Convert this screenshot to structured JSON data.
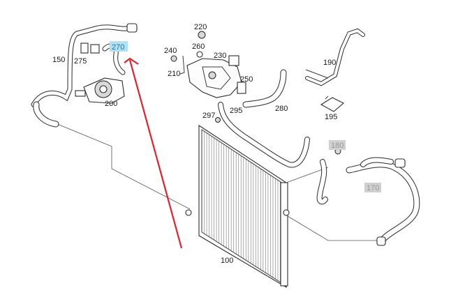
{
  "parts": {
    "p100": "100",
    "p150": "150",
    "p170": "170",
    "p180": "180",
    "p190": "190",
    "p195": "195",
    "p200": "200",
    "p210": "210",
    "p220": "220",
    "p230": "230",
    "p240": "240",
    "p250": "250",
    "p260": "260",
    "p270": "270",
    "p275": "275",
    "p280": "280",
    "p295": "295",
    "p297": "297"
  },
  "highlight": {
    "selected_part": "270",
    "selected_color": "#aee3f5",
    "inactive_color": "#d0d0d0",
    "arrow_color": "#e3202c"
  }
}
